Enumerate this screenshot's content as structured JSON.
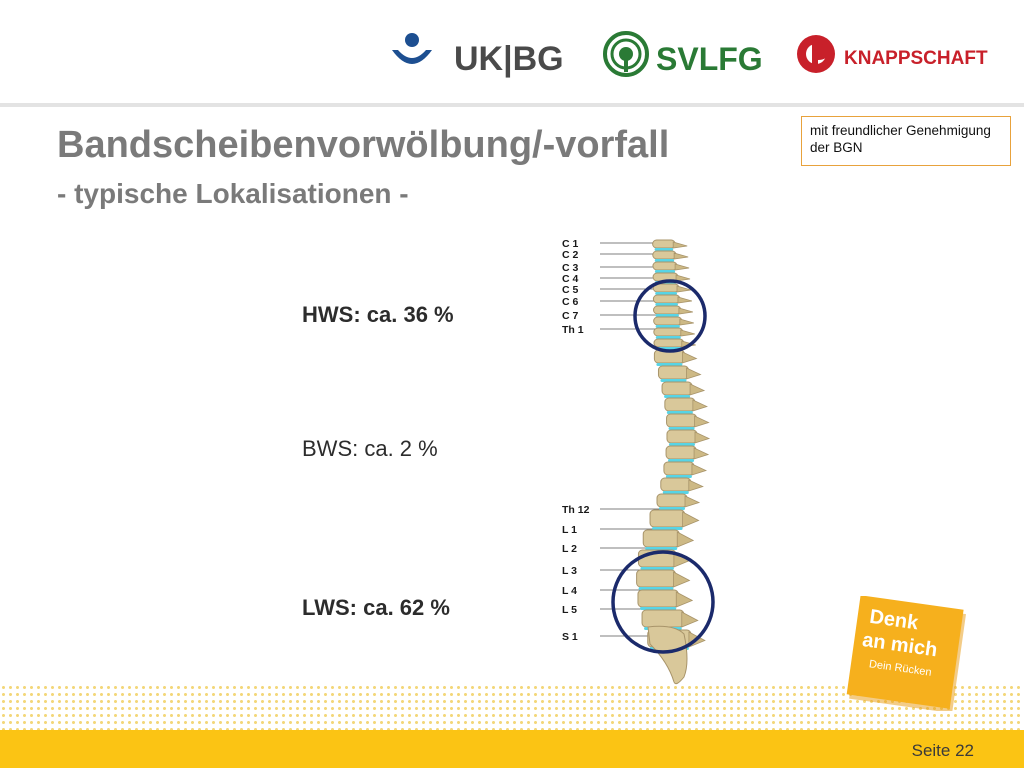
{
  "header": {
    "logos": [
      {
        "name": "UK|BG",
        "text": "UK|BG",
        "color": "#1d4f91"
      },
      {
        "name": "SVLFG",
        "text": "SVLFG",
        "color": "#2a7a35"
      },
      {
        "name": "KNAPPSCHAFT",
        "text": "KNAPPSCHAFT",
        "color": "#c8202a"
      }
    ]
  },
  "slide": {
    "title": "Bandscheibenvorwölbung/-vorfall",
    "subtitle": "- typische Lokalisationen -",
    "credit_note": "mit freundlicher Genehmigung der BGN"
  },
  "stats": [
    {
      "label": "HWS: ca. 36 %",
      "emphasis": true
    },
    {
      "label": "BWS: ca. 2 %",
      "emphasis": false
    },
    {
      "label": "LWS: ca. 62 %",
      "emphasis": true
    }
  ],
  "spine": {
    "cervical_labels": [
      "C 1",
      "C 2",
      "C 3",
      "C 4",
      "C 5",
      "C 6",
      "C 7",
      "Th 1"
    ],
    "lumbar_labels": [
      "Th 12",
      "L 1",
      "L 2",
      "L 3",
      "L 4",
      "L 5",
      "S 1"
    ],
    "highlight_color": "#1b2a6b",
    "disc_color": "#57d4e6",
    "bone_color": "#d9c89a"
  },
  "sticky_note": {
    "line1": "Denk",
    "line2": "an mich",
    "line3": "Dein Rücken",
    "color": "#f6b01d"
  },
  "footer": {
    "page_label": "Seite 22",
    "bar_color": "#fbc414"
  }
}
